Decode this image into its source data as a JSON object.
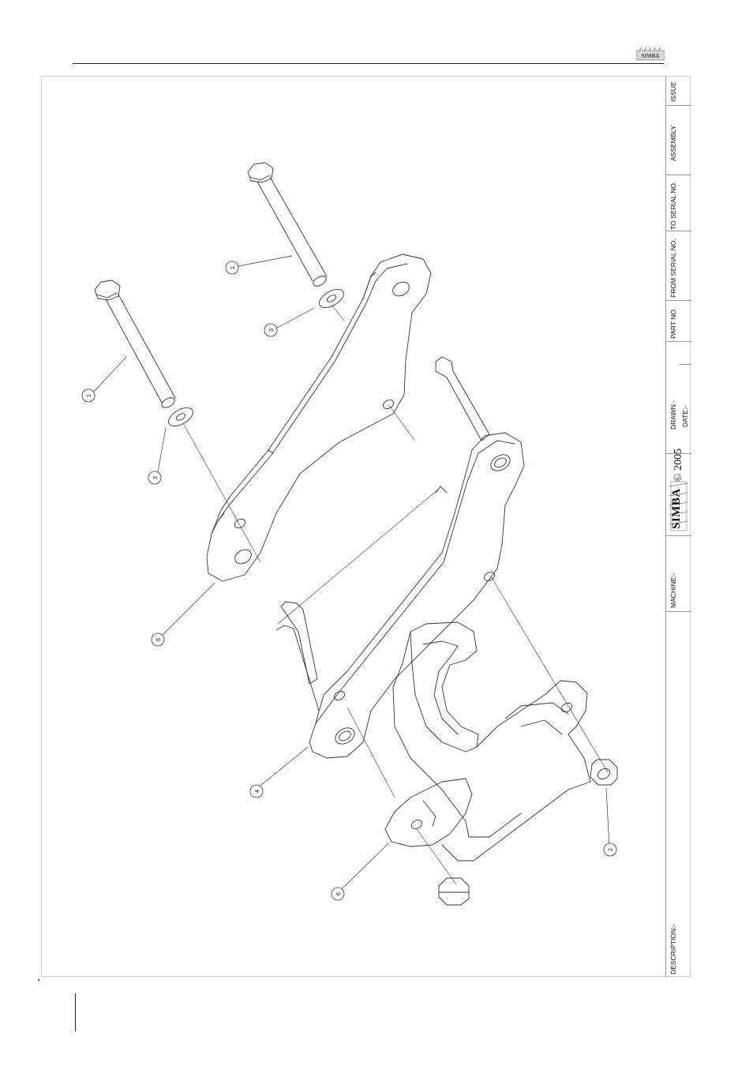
{
  "header": {
    "logo_text": "SIMBA"
  },
  "title_block": {
    "issue_label": "ISSUE",
    "assembly_label": "ASSEMBLY",
    "to_serial_label": "TO SERIAL NO.",
    "from_serial_label": "FROM SERIAL NO.",
    "part_no_label": "PART NO.",
    "drawn_label": "DRAWN:-",
    "date_label": "DATE:-",
    "brand_text": "SIMBA",
    "copyright_text": "© 2005",
    "machine_label": "MACHINE:-",
    "description_label": "DESCRIPTION:-"
  },
  "balloons": [
    {
      "number": "1"
    },
    {
      "number": "1"
    },
    {
      "number": "3"
    },
    {
      "number": "3"
    },
    {
      "number": "5"
    },
    {
      "number": "4"
    },
    {
      "number": "6"
    },
    {
      "number": "2"
    }
  ]
}
